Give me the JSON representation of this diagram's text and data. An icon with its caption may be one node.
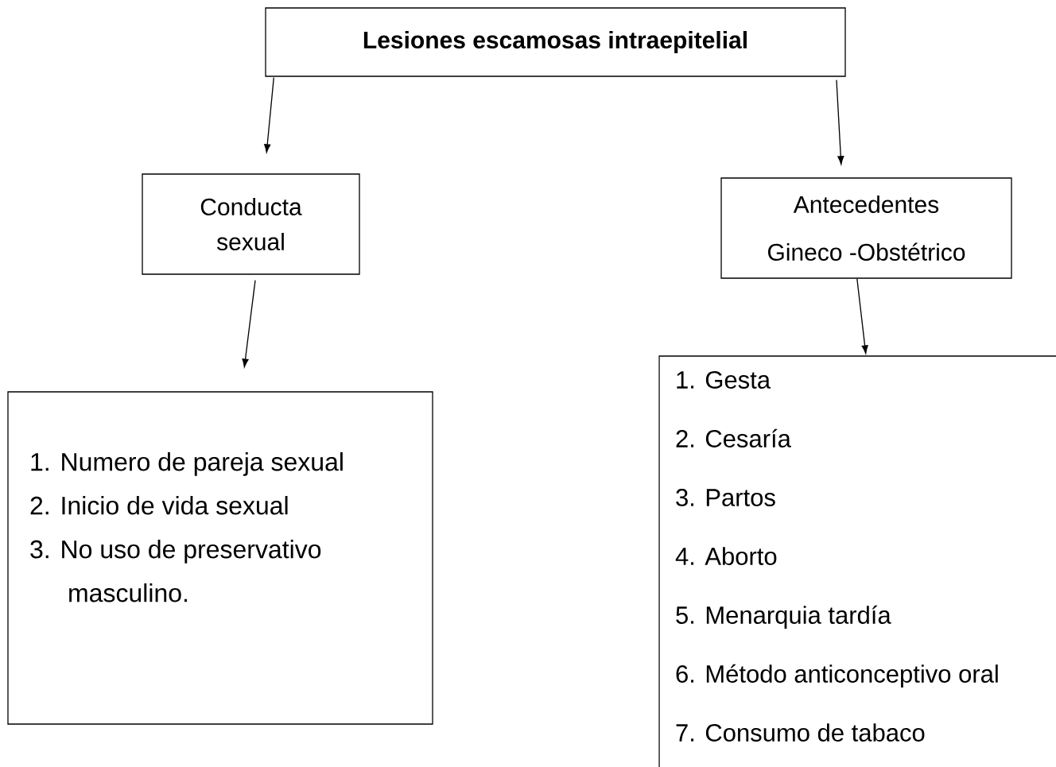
{
  "diagram": {
    "nodes": [
      {
        "text": [
          "Lesiones escamosas intraepitelial"
        ]
      },
      {
        "text": [
          "Conducta sexual"
        ]
      },
      {
        "text": [
          "Antecedentes",
          "Gineco -Obstétrico"
        ]
      },
      {
        "text": [
          "1. Numero de pareja sexual",
          "2. Inicio de vida sexual",
          "3. No uso de preservativo masculino."
        ]
      },
      {
        "text": [
          "1. Gesta",
          "2. Cesaría",
          "3. Partos",
          "4. Aborto",
          "5. Menarquia tardía",
          "6. Método anticonceptivo oral",
          "7. Consumo de tabaco"
        ]
      }
    ],
    "edges": [
      {
        "from": 0,
        "to": 1,
        "arrow": "to"
      },
      {
        "from": 0,
        "to": 2,
        "arrow": "to"
      },
      {
        "from": 1,
        "to": 3,
        "arrow": "to"
      },
      {
        "from": 2,
        "to": 4,
        "arrow": "to"
      }
    ]
  }
}
